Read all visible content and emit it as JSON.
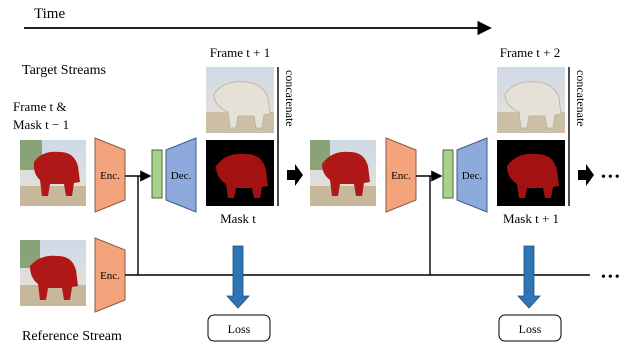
{
  "time_axis": {
    "label": "Time"
  },
  "labels": {
    "target_streams": "Target Streams",
    "reference_stream": "Reference Stream",
    "input_frame_line1": "Frame t &",
    "input_frame_line2": "Mask t − 1",
    "concatenate": "concatenate",
    "ellipsis": "•••"
  },
  "steps": [
    {
      "frame_label": "Frame t + 1",
      "mask_label": "Mask t",
      "enc_label": "Enc.",
      "dec_label": "Dec.",
      "loss_label": "Loss"
    },
    {
      "frame_label": "Frame t + 2",
      "mask_label": "Mask t + 1",
      "enc_label": "Enc.",
      "dec_label": "Dec.",
      "loss_label": "Loss"
    }
  ],
  "reference_encoder": {
    "label": "Enc."
  },
  "colors": {
    "encoder_fill": "#f4a47c",
    "decoder_fill": "#8ea9db",
    "concat_fill": "#a9d18e",
    "loss_arrow": "#2e75b6",
    "mask_red": "#a31212"
  }
}
